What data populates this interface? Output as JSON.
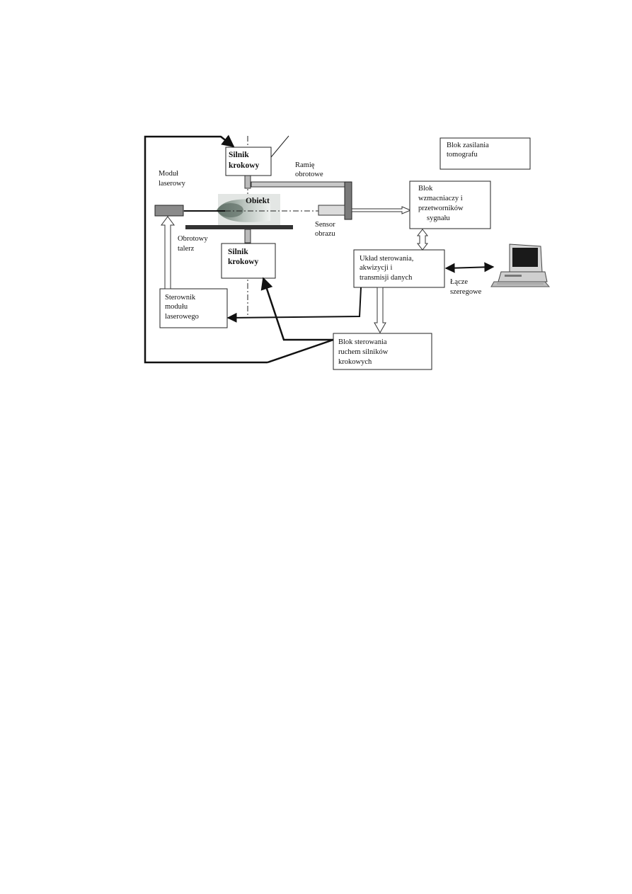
{
  "diagram": {
    "blocks": {
      "motor_top": [
        "Silnik",
        "krokowy"
      ],
      "motor_bottom": [
        "Silnik",
        "krokowy"
      ],
      "power": [
        "Blok zasilania",
        "tomografu"
      ],
      "amplifiers": [
        "Blok",
        "wzmacniaczy i",
        "przetworników",
        "sygnału"
      ],
      "control": [
        "Układ sterowania,",
        "akwizycji i",
        "transmisji danych"
      ],
      "laser_driver": [
        "Sterownik",
        "modułu",
        "laserowego"
      ],
      "motor_control": [
        "Blok sterowania",
        "ruchem silników",
        "krokowych"
      ]
    },
    "labels": {
      "laser_module": [
        "Moduł",
        "laserowy"
      ],
      "arm": [
        "Ramię",
        "obrotowe"
      ],
      "object": "Obiekt",
      "table": [
        "Obrotowy",
        "talerz"
      ],
      "sensor": [
        "Sensor",
        "obrazu"
      ],
      "serial": [
        "Łącze",
        "szeregowe"
      ]
    }
  }
}
